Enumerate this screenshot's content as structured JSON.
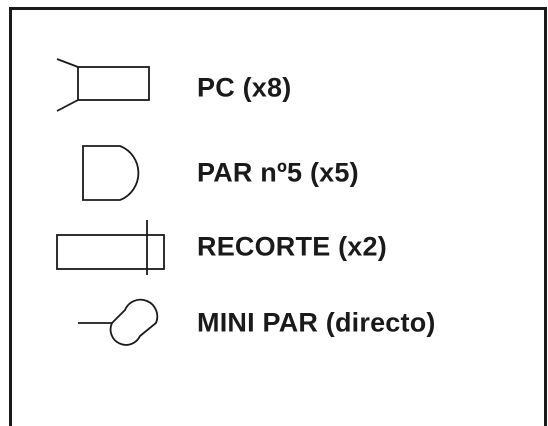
{
  "legend": {
    "items": [
      {
        "icon": "pc-fixture-icon",
        "label": "PC (x8)"
      },
      {
        "icon": "par5-fixture-icon",
        "label": "PAR nº5 (x5)"
      },
      {
        "icon": "profile-spot-icon",
        "label": "RECORTE (x2)"
      },
      {
        "icon": "mini-par-fixture-icon",
        "label": "MINI PAR (directo)"
      }
    ]
  },
  "colors": {
    "ink": "#1a1a1a",
    "background": "#ffffff"
  }
}
